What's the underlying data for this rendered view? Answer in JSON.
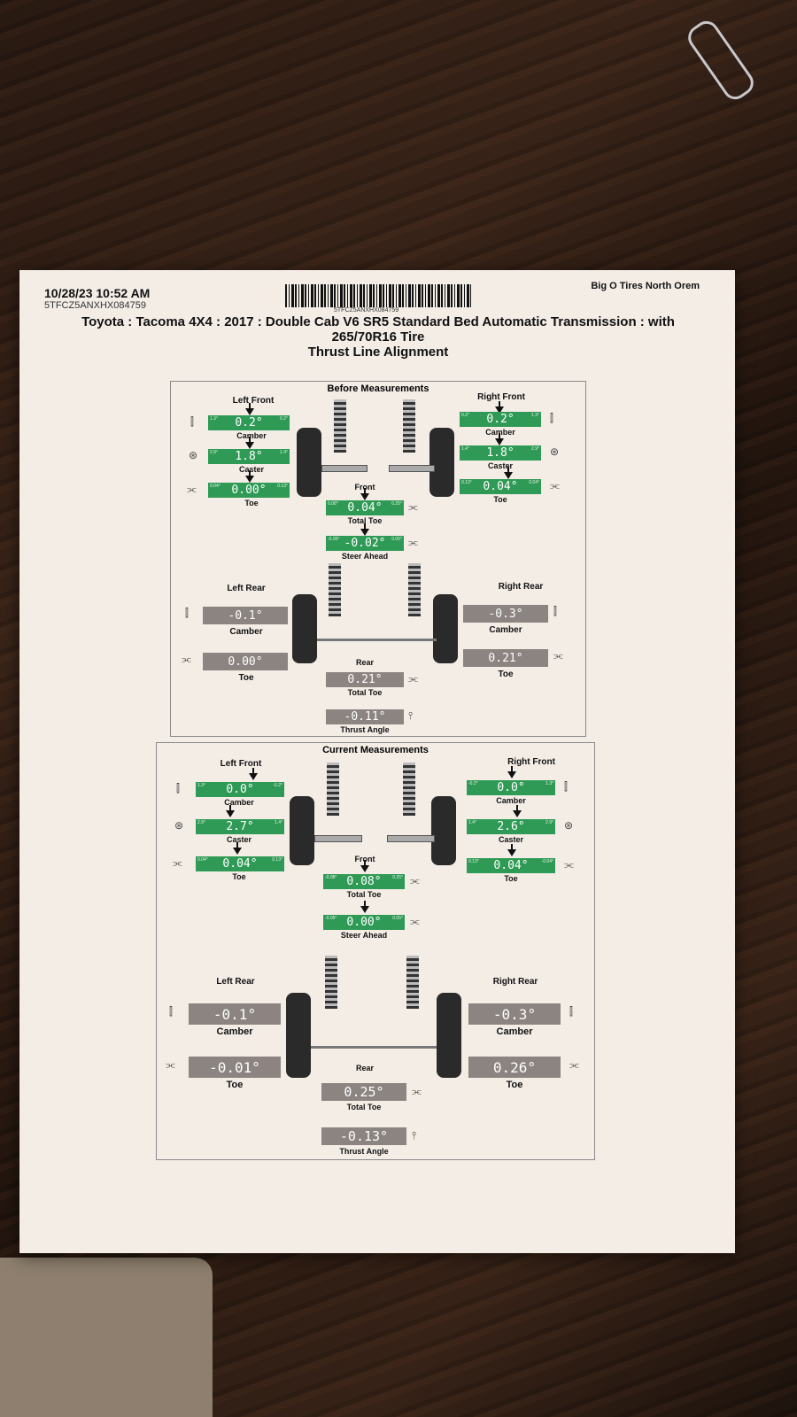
{
  "header": {
    "datetime": "10/28/23 10:52 AM",
    "vin": "5TFCZ5ANXHX084759",
    "barcode_vin": "5TFCZ5ANXHX084759",
    "shop": "Big O Tires North Orem",
    "title_line1": "Toyota : Tacoma 4X4 : 2017 : Double Cab V6 SR5 Standard Bed Automatic Transmission : with",
    "title_line2": "265/70R16 Tire",
    "title_line3": "Thrust Line Alignment"
  },
  "before": {
    "section_title": "Before Measurements",
    "left_front": {
      "label": "Left Front",
      "camber": {
        "value": "0.2°",
        "min": "1.3°",
        "max": "0.2°"
      },
      "caster": {
        "value": "1.8°",
        "min": "2.9°",
        "max": "1.4°"
      },
      "toe": {
        "value": "0.00°",
        "min": "0.04°",
        "max": "0.13°"
      }
    },
    "right_front": {
      "label": "Right Front",
      "camber": {
        "value": "0.2°",
        "min": "0.2°",
        "max": "1.3°"
      },
      "caster": {
        "value": "1.8°",
        "min": "1.4°",
        "max": "2.9°"
      },
      "toe": {
        "value": "0.04°",
        "min": "0.13°",
        "max": "0.04°"
      }
    },
    "front": {
      "label": "Front",
      "total_toe": {
        "value": "0.04°",
        "min": "0.08°",
        "max": "0.25°"
      },
      "steer_ahead": {
        "value": "-0.02°",
        "min": "-0.05°",
        "max": "0.05°"
      }
    },
    "left_rear": {
      "label": "Left Rear",
      "camber": "-0.1°",
      "toe": "0.00°"
    },
    "right_rear": {
      "label": "Right Rear",
      "camber": "-0.3°",
      "toe": "0.21°"
    },
    "rear": {
      "label": "Rear",
      "total_toe": "0.21°",
      "thrust_angle": "-0.11°"
    }
  },
  "current": {
    "section_title": "Current Measurements",
    "left_front": {
      "label": "Left Front",
      "camber": {
        "value": "0.0°",
        "min": "1.3°",
        "max": "-0.2°"
      },
      "caster": {
        "value": "2.7°",
        "min": "2.9°",
        "max": "1.4°"
      },
      "toe": {
        "value": "0.04°",
        "min": "0.04°",
        "max": "0.13°"
      }
    },
    "right_front": {
      "label": "Right Front",
      "camber": {
        "value": "0.0°",
        "min": "-0.2°",
        "max": "1.3°"
      },
      "caster": {
        "value": "2.6°",
        "min": "1.4°",
        "max": "2.9°"
      },
      "toe": {
        "value": "0.04°",
        "min": "0.13°",
        "max": "-0.04°"
      }
    },
    "front": {
      "label": "Front",
      "total_toe": {
        "value": "0.08°",
        "min": "-0.08°",
        "max": "0.25°"
      },
      "steer_ahead": {
        "value": "0.00°",
        "min": "-0.05°",
        "max": "0.05°"
      }
    },
    "left_rear": {
      "label": "Left Rear",
      "camber": "-0.1°",
      "toe": "-0.01°"
    },
    "right_rear": {
      "label": "Right Rear",
      "camber": "-0.3°",
      "toe": "0.26°"
    },
    "rear": {
      "label": "Rear",
      "total_toe": "0.25°",
      "thrust_angle": "-0.13°"
    }
  },
  "labels": {
    "camber": "Camber",
    "caster": "Caster",
    "toe": "Toe",
    "total_toe": "Total Toe",
    "steer_ahead": "Steer Ahead",
    "thrust_angle": "Thrust Angle"
  },
  "colors": {
    "in_spec": "#2f9a55",
    "no_spec": "#8c8480",
    "paper": "#f4ede6"
  }
}
